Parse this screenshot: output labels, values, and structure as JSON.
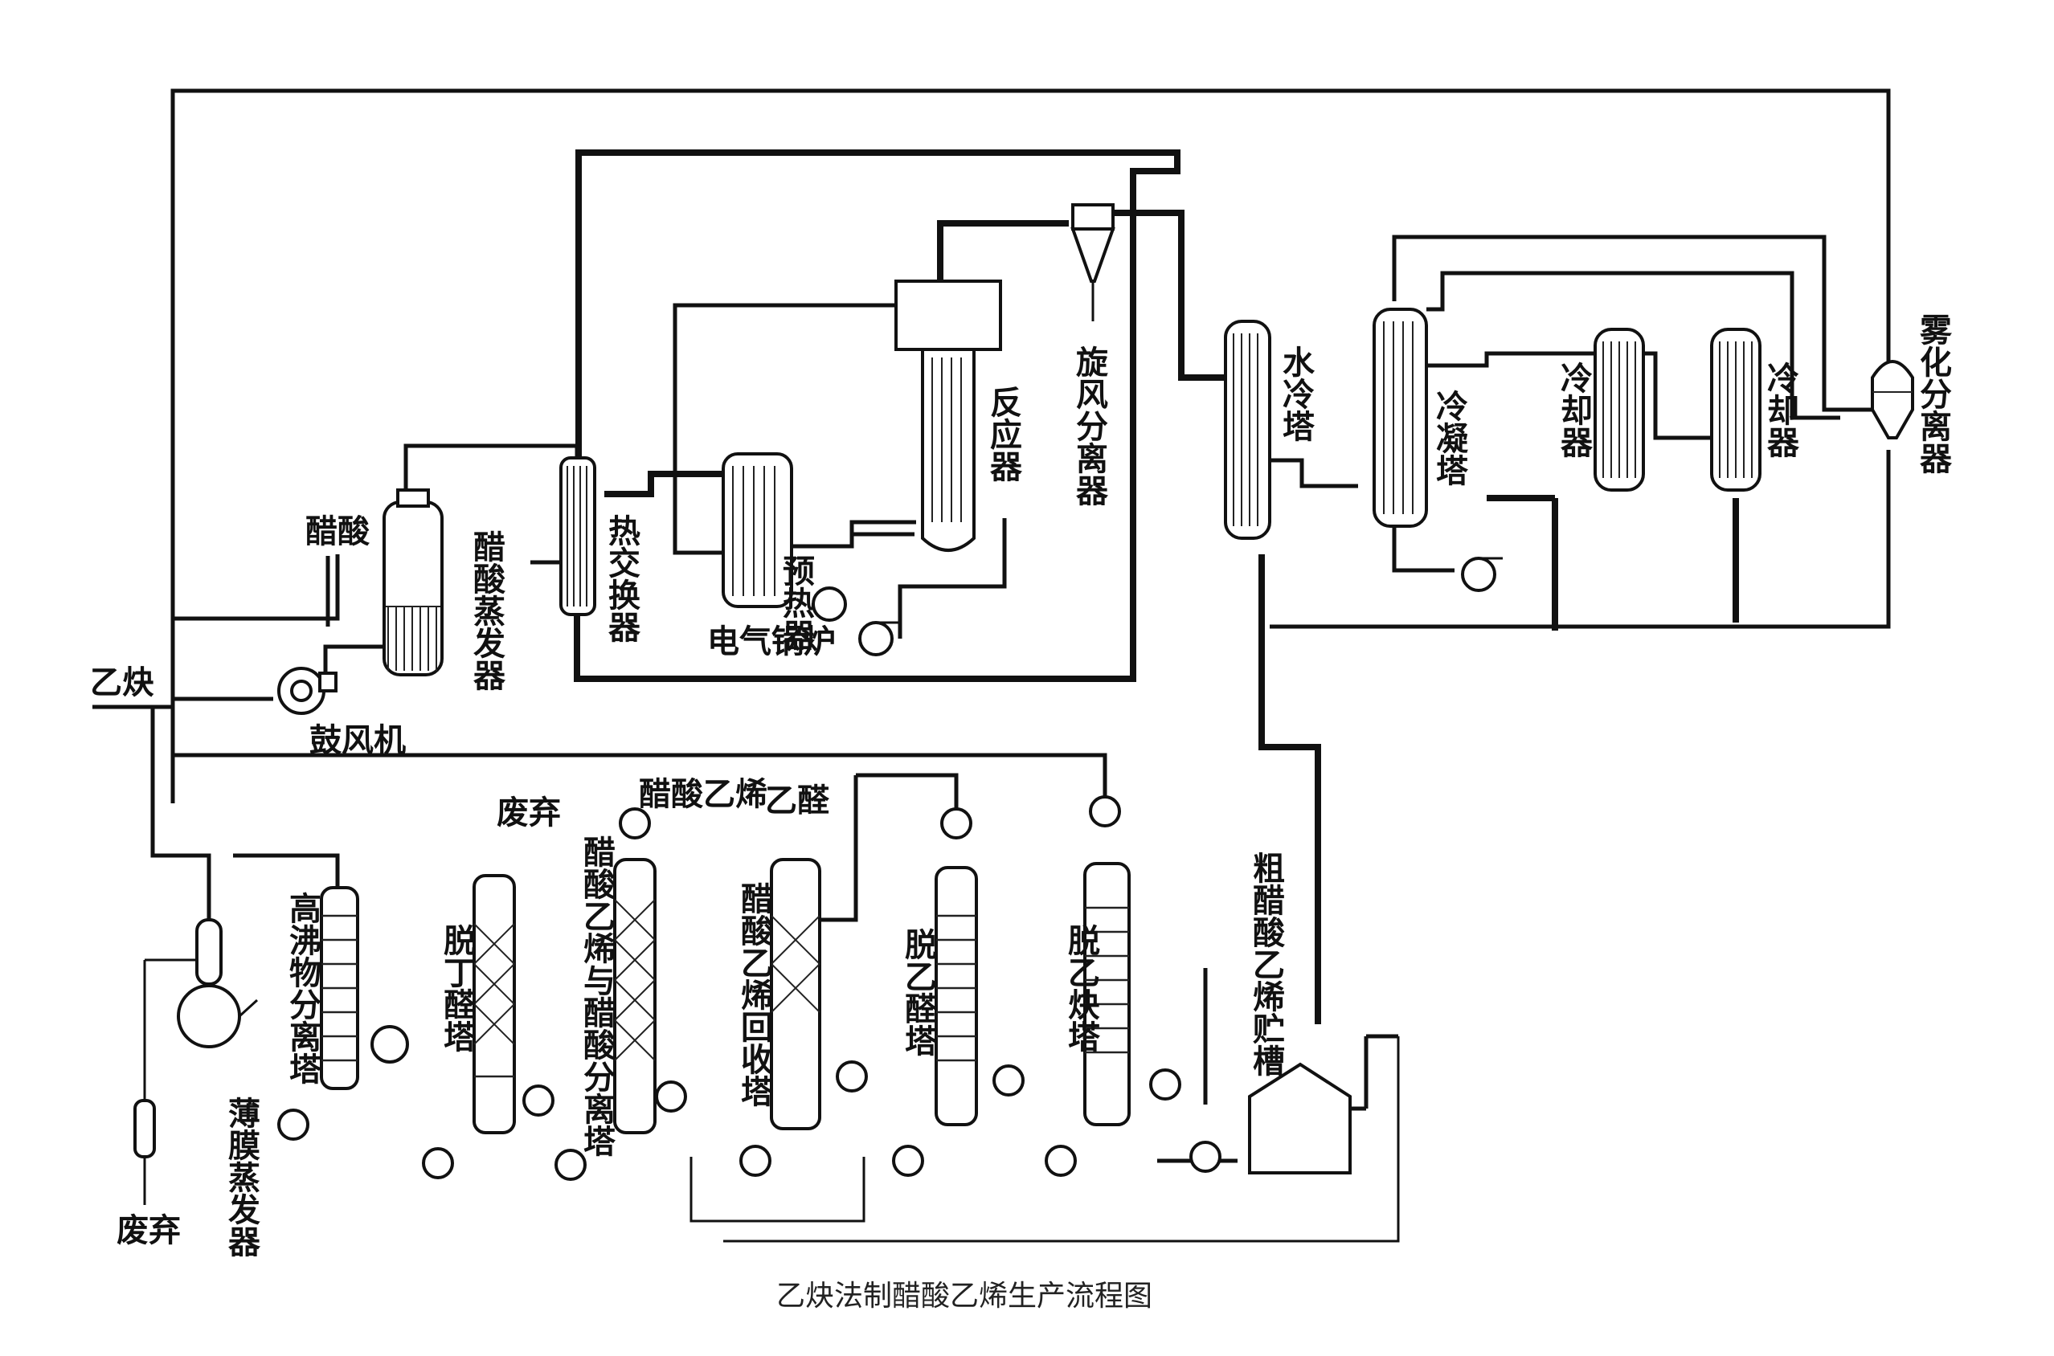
{
  "caption": "乙炔法制醋酸乙烯生产流程图",
  "labels": {
    "cusuan": "醋酸",
    "cusuan_zhengfaqi": "醋酸蒸发器",
    "rejiaohuanqi": "热交换器",
    "yureqi": "预热器",
    "dianqiguolu": "电气锅炉",
    "fanyingqi": "反应器",
    "xuanfeng_fenliqi": "旋风分离器",
    "shuilengta": "水冷塔",
    "lengningta": "冷凝塔",
    "lengqueqi_1": "冷却器",
    "lengqueqi_2": "冷却器",
    "wuhua_fenliqi": "雾化分离器",
    "yique": "乙炔",
    "gufengji": "鼓风机",
    "feiqi_1": "废弃",
    "feiqi_2": "废弃",
    "cusuan_yixi_top": "醋酸乙烯",
    "yiquan_top": "乙醛",
    "gaofeiwu_fenlita": "高沸物分离塔",
    "tuoding_quanta": "脱丁醛塔",
    "fenlita": "醋酸乙烯与醋酸分离塔",
    "huishouta": "醋酸乙烯回收塔",
    "tuo_yiquanta": "脱乙醛塔",
    "tuo_yiqueta": "脱乙炔塔",
    "cu_cusuan_yixi_zhucao": "粗醋酸乙烯贮槽",
    "baomo_zhengfaqi": "薄膜蒸发器"
  }
}
